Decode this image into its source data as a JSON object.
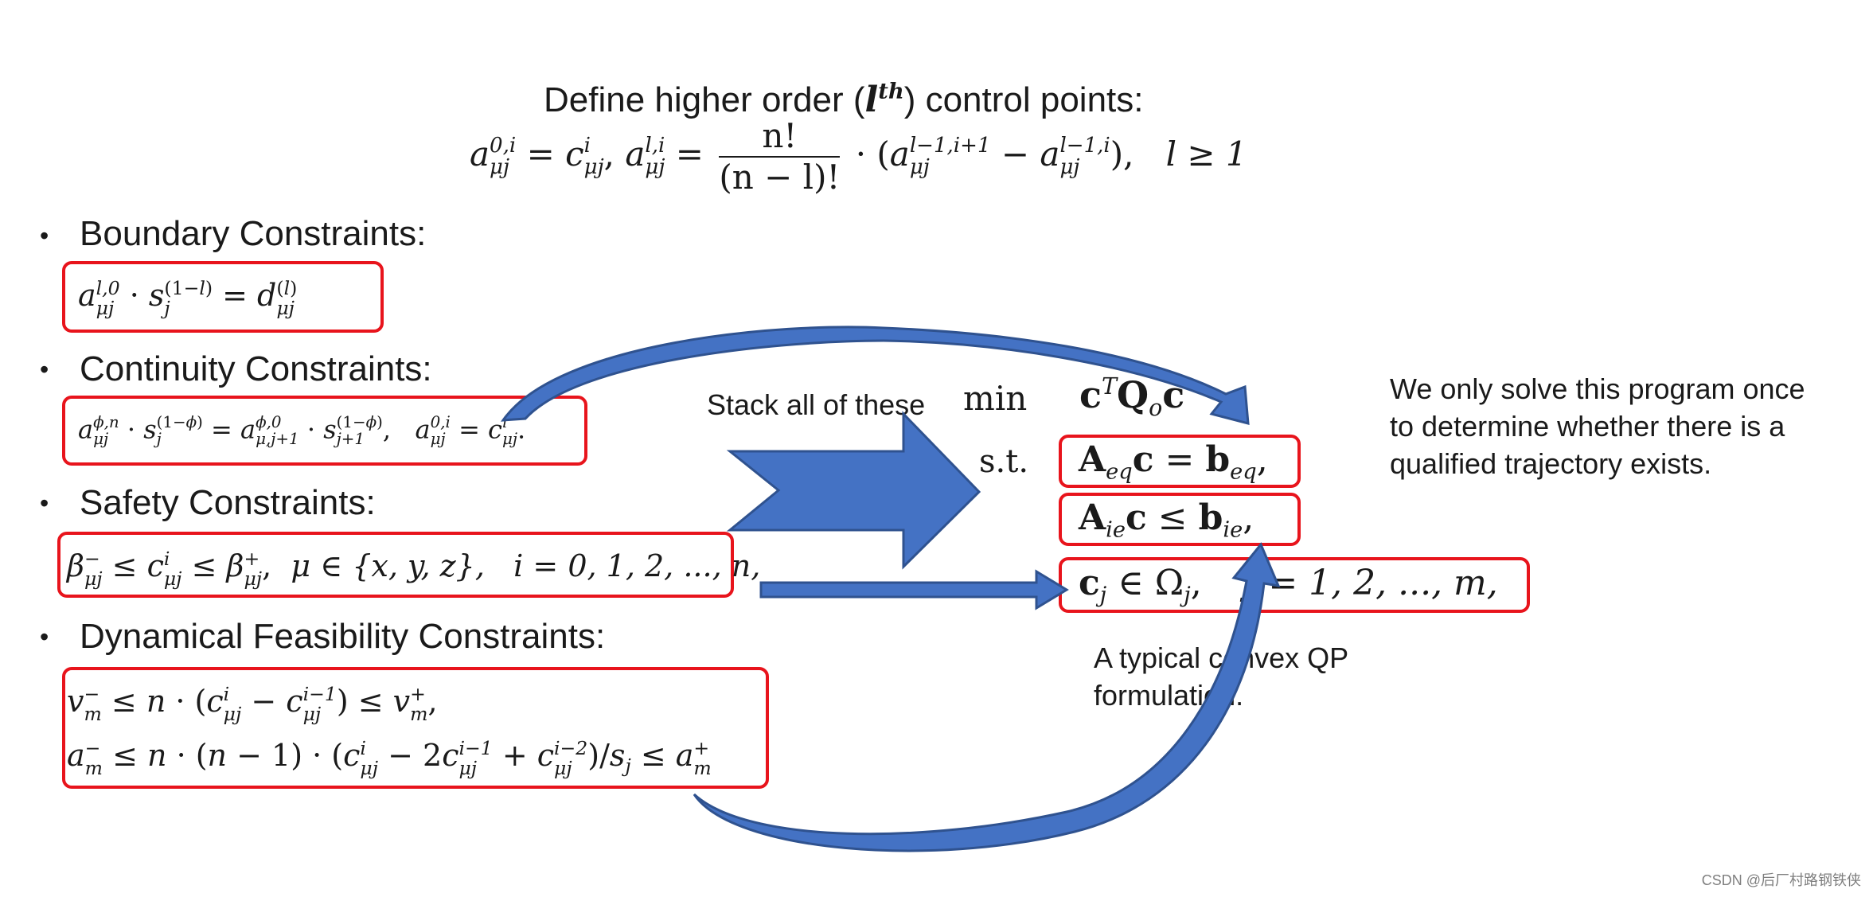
{
  "header": {
    "title": "Define higher order (",
    "title_sup": "l",
    "title_sup2": "th",
    "title_end": ") control points:",
    "formula_left": "a",
    "formula_cond": "l ≥ 1",
    "frac_num": "n!",
    "frac_den": "(n − l)!"
  },
  "sections": {
    "boundary": "Boundary Constraints:",
    "continuity": "Continuity Constraints:",
    "safety": "Safety Constraints:",
    "dynamical": "Dynamical Feasibility Constraints:"
  },
  "safety_set": "μ ∈ {x, y, z},",
  "safety_index": "i = 0, 1, 2, ..., n,",
  "qp": {
    "min_label": "min",
    "st_label": "s.t.",
    "index_range": "j = 1, 2, ..., m,"
  },
  "labels": {
    "stack": "Stack all of these",
    "solve_note_1": "We only solve this program once",
    "solve_note_2": "to determine whether there is a",
    "solve_note_3": "qualified trajectory exists.",
    "qp_note_1": "A typical convex QP",
    "qp_note_2": "formulation."
  },
  "watermark": "CSDN @后厂村路钢铁侠",
  "colors": {
    "box_border": "#e8141c",
    "arrow_fill": "#4472c4",
    "arrow_stroke": "#2f528f",
    "text": "#1a1a1a"
  }
}
